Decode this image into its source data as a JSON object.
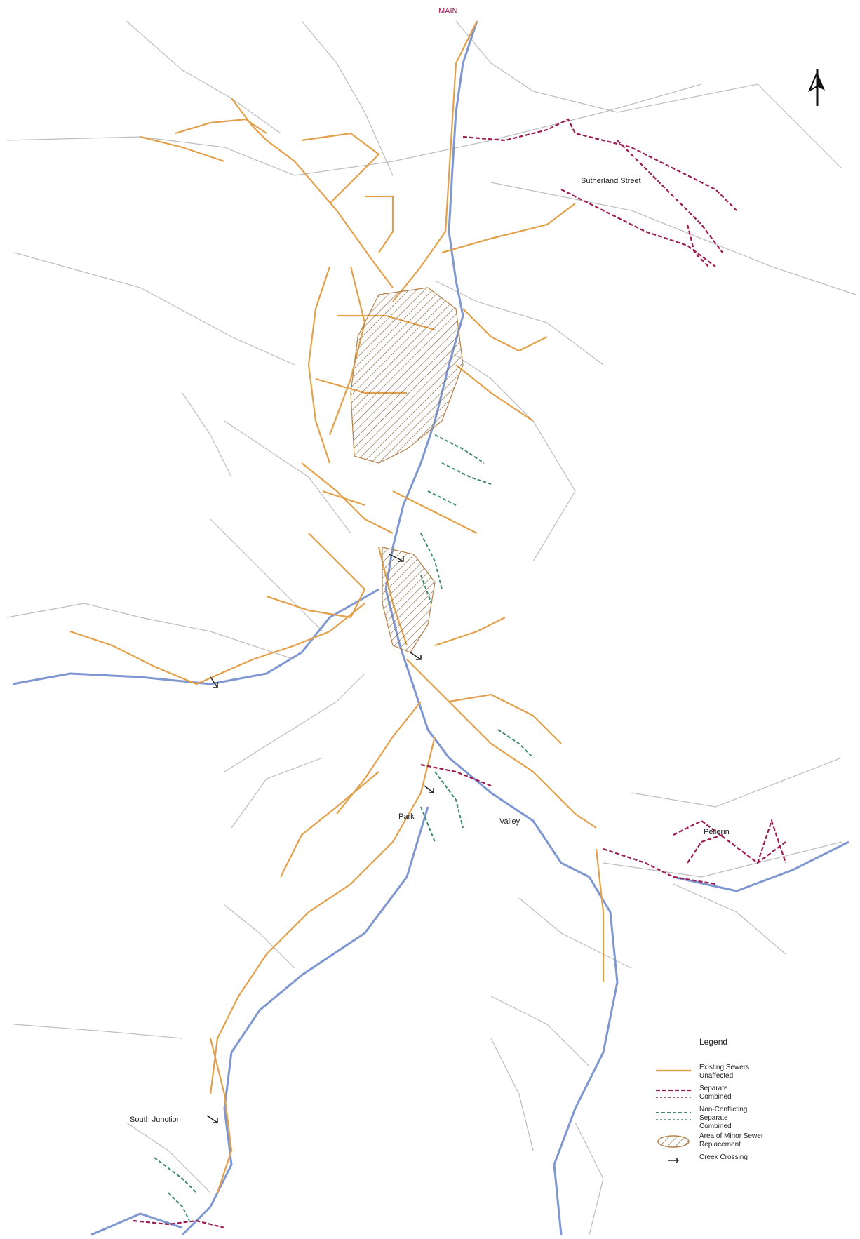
{
  "labels": {
    "top_edge": "MAIN",
    "northeast_area": "Sutherland Street",
    "center_a": "Park",
    "center_b": "Valley",
    "east_area": "Pellerin",
    "southwest_area": "South Junction"
  },
  "legend": {
    "title": "Legend",
    "items": [
      {
        "text": "Existing Sewers\nUnaffected",
        "color": "#e3a04a",
        "style": "solid"
      },
      {
        "text": "Separate\nCombined",
        "color": "#9b1b52",
        "style": "dashed"
      },
      {
        "text": "Non-Conflicting\nSeparate\nCombined",
        "color": "#3d8a6a",
        "style": "dashed"
      },
      {
        "text": "Area of Minor Sewer\nReplacement",
        "color": "#b5824a",
        "style": "hatch"
      },
      {
        "text": "Creek Crossing",
        "color": "#222222",
        "style": "arrow"
      }
    ]
  },
  "colors": {
    "sewer": "#e3a04a",
    "separated": "#9b1b52",
    "nonconflict": "#3d8a6a",
    "river": "#7f97d0",
    "street": "#bdbdbd",
    "hatch": "#b5824a"
  },
  "icons": {
    "north_arrow": "north-arrow-icon"
  }
}
